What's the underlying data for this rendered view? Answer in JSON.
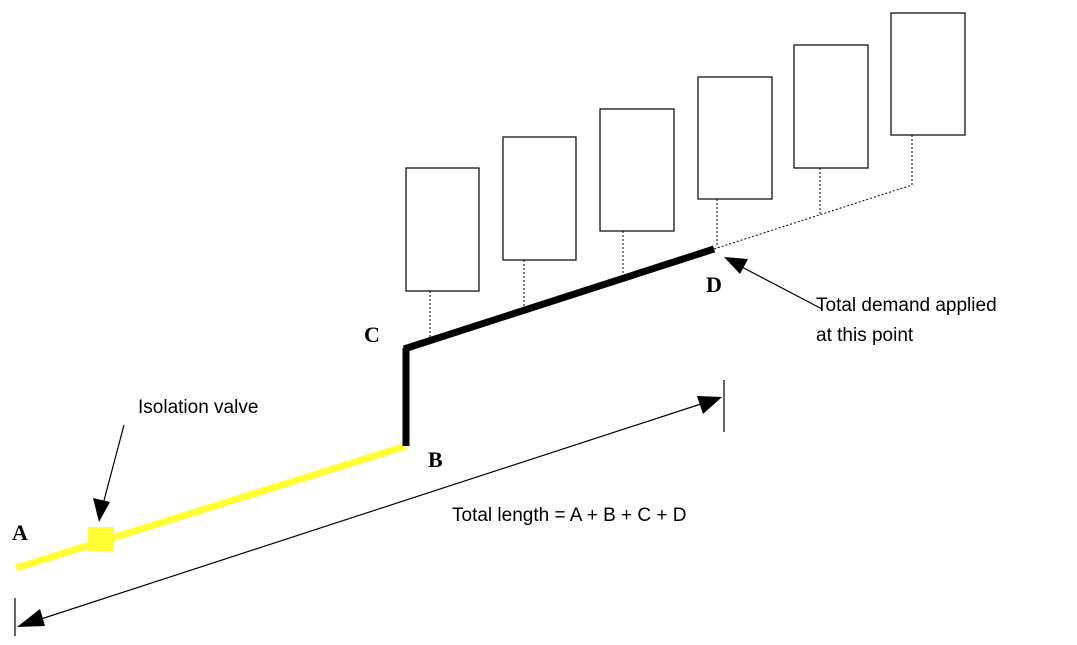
{
  "points": {
    "a": "A",
    "b": "B",
    "c": "C",
    "d": "D"
  },
  "annotations": {
    "isolation_valve": "Isolation valve",
    "total_demand_line1": "Total demand applied",
    "total_demand_line2": "at this point",
    "total_length": "Total length = A + B + C + D"
  },
  "colors": {
    "supply_pipe": "#ffff33",
    "valve": "#ffff33",
    "main_pipe": "#000000",
    "outline": "#000000"
  },
  "appliance_count": 6
}
